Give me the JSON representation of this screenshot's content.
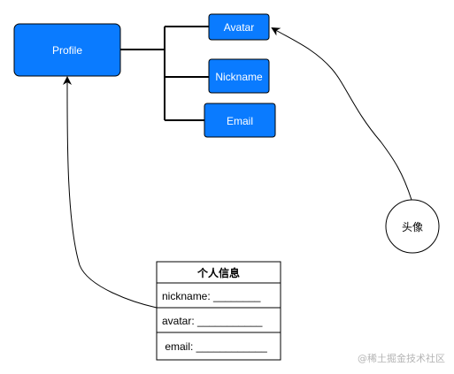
{
  "colors": {
    "node_fill": "#0a7bff",
    "node_stroke": "#000000",
    "line": "#000000",
    "text_on_node": "#ffffff",
    "watermark": "#b5b5b5"
  },
  "nodes": {
    "profile": "Profile",
    "avatar": "Avatar",
    "nickname": "Nickname",
    "email": "Email"
  },
  "circle": {
    "label": "头像"
  },
  "form": {
    "title": "个人信息",
    "rows": [
      "nickname: ________",
      "avatar: ___________",
      " email: ____________"
    ]
  },
  "watermark": "@稀土掘金技术社区"
}
